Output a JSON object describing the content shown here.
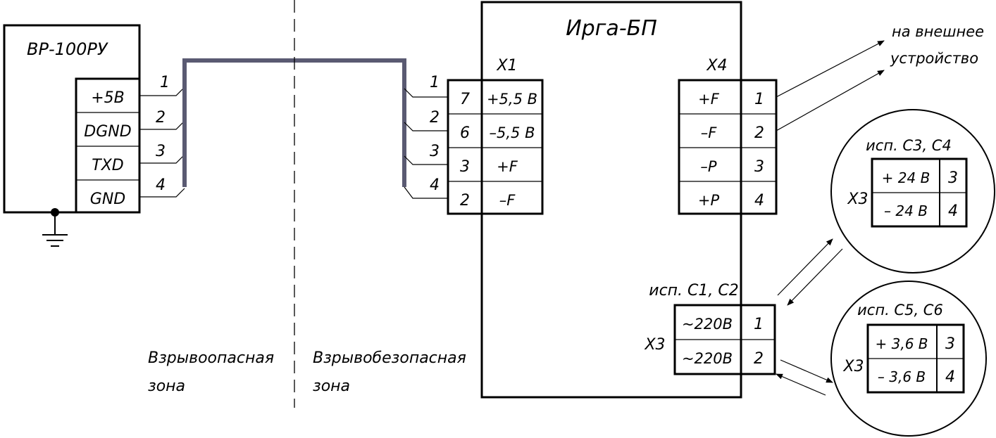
{
  "left_device": {
    "title": "ВР-100РУ",
    "pins": [
      "+5В",
      "DGND",
      "TXD",
      "GND"
    ],
    "wire_numbers": [
      "1",
      "2",
      "3",
      "4"
    ]
  },
  "zones": {
    "hazardous_line1": "Взрывоопасная",
    "hazardous_line2": "зона",
    "safe_line1": "Взрывобезопасная",
    "safe_line2": "зона"
  },
  "main_unit": {
    "title": "Ирга-БП",
    "x1": {
      "label": "X1",
      "wire_numbers": [
        "1",
        "2",
        "3",
        "4"
      ],
      "pin_numbers": [
        "7",
        "6",
        "3",
        "2"
      ],
      "signals": [
        "+5,5 В",
        "–5,5 В",
        "+F",
        "–F"
      ]
    },
    "x4": {
      "label": "X4",
      "signals": [
        "+F",
        "–F",
        "–P",
        "+P"
      ],
      "pin_numbers": [
        "1",
        "2",
        "3",
        "4"
      ]
    },
    "x3": {
      "label": "X3",
      "variant": "исп. С1, С2",
      "signals": [
        "~220В",
        "~220В"
      ],
      "pin_numbers": [
        "1",
        "2"
      ]
    }
  },
  "external": {
    "line1": "на внешнее",
    "line2": "устройство"
  },
  "variant_c3c4": {
    "title": "исп. С3, С4",
    "connector": "X3",
    "signals": [
      "+ 24 В",
      "– 24 В"
    ],
    "pin_numbers": [
      "3",
      "4"
    ]
  },
  "variant_c5c6": {
    "title": "исп. С5, С6",
    "connector": "X3",
    "signals": [
      "+ 3,6 В",
      "– 3,6 В"
    ],
    "pin_numbers": [
      "3",
      "4"
    ]
  }
}
